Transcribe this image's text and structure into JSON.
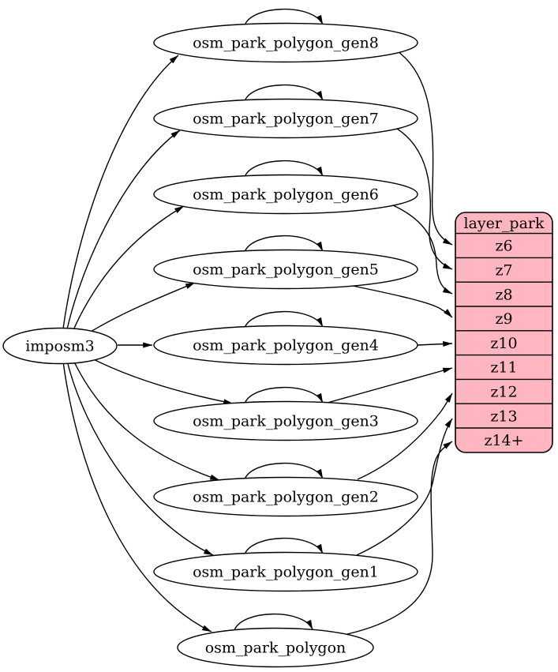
{
  "diagram": {
    "source": {
      "label": "imposm3"
    },
    "generalized_tables": [
      {
        "label": "osm_park_polygon_gen8",
        "from": "imposm3",
        "self_loop": true,
        "to_zoom": "z6"
      },
      {
        "label": "osm_park_polygon_gen7",
        "from": "imposm3",
        "self_loop": true,
        "to_zoom": "z7"
      },
      {
        "label": "osm_park_polygon_gen6",
        "from": "imposm3",
        "self_loop": true,
        "to_zoom": "z8"
      },
      {
        "label": "osm_park_polygon_gen5",
        "from": "imposm3",
        "self_loop": true,
        "to_zoom": "z9"
      },
      {
        "label": "osm_park_polygon_gen4",
        "from": "imposm3",
        "self_loop": true,
        "to_zoom": "z10"
      },
      {
        "label": "osm_park_polygon_gen3",
        "from": "imposm3",
        "self_loop": true,
        "to_zoom": "z11"
      },
      {
        "label": "osm_park_polygon_gen2",
        "from": "imposm3",
        "self_loop": true,
        "to_zoom": "z12"
      },
      {
        "label": "osm_park_polygon_gen1",
        "from": "imposm3",
        "self_loop": true,
        "to_zoom": "z13"
      },
      {
        "label": "osm_park_polygon",
        "from": "imposm3",
        "self_loop": true,
        "to_zoom": "z14+"
      }
    ],
    "layer": {
      "title": "layer_park",
      "zoom_rows": [
        "z6",
        "z7",
        "z8",
        "z9",
        "z10",
        "z11",
        "z12",
        "z13",
        "z14+"
      ]
    },
    "colors": {
      "layer_fill": "#ffb6c1",
      "node_fill": "#ffffff",
      "stroke": "#000000",
      "text": "#000000",
      "background": "#ffffff"
    }
  }
}
